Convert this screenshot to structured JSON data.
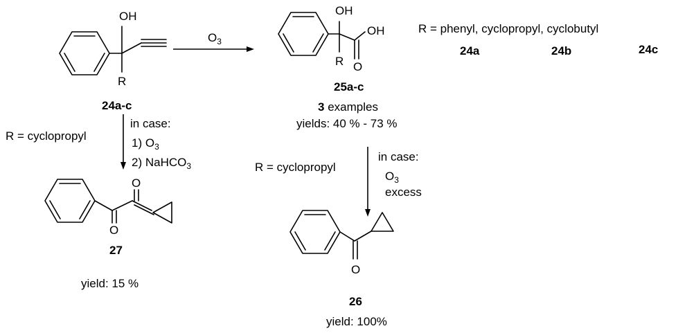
{
  "molecule_24": {
    "atom_oh": "OH",
    "atom_r": "R",
    "label": "24a-c"
  },
  "molecule_25": {
    "atom_oh": "OH",
    "atom_oh_acid": "OH",
    "atom_r": "R",
    "atom_o": "O",
    "label": "25a-c",
    "examples_count": "3",
    "examples_text": " examples",
    "yields": "yields: 40 % - 73 %"
  },
  "r_definition": {
    "text": "R = phenyl, cyclopropyl, cyclobutyl",
    "labels": [
      "24a",
      "24b",
      "24c"
    ]
  },
  "arrow_main": {
    "reagent_prefix": "O",
    "reagent_sub": "3"
  },
  "arrow_left": {
    "condition_r": "R = cyclopropyl",
    "in_case": "in case:",
    "step1_prefix": "1) O",
    "step1_sub": "3",
    "step2_prefix": "2) NaHCO",
    "step2_sub": "3"
  },
  "arrow_right": {
    "condition_r": "R = cyclopropyl",
    "in_case": "in case:",
    "reagent_prefix": "O",
    "reagent_sub": "3",
    "excess": "excess"
  },
  "molecule_27": {
    "atom_o_top": "O",
    "atom_o_bottom": "O",
    "label": "27",
    "yield": "yield: 15 %"
  },
  "molecule_26": {
    "atom_o": "O",
    "label": "26",
    "yield": "yield: 100%"
  }
}
